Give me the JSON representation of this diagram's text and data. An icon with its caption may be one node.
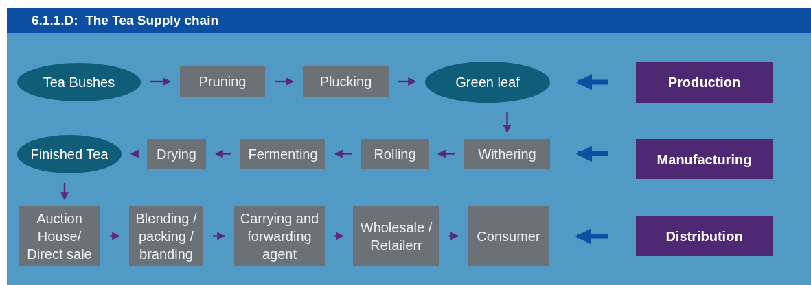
{
  "diagram": {
    "title": "6.1.1.D:  The Tea Supply chain",
    "nodes": [
      {
        "text": [
          "Tea Bushes"
        ]
      },
      {
        "text": [
          "Pruning"
        ]
      },
      {
        "text": [
          "Plucking"
        ]
      },
      {
        "text": [
          "Green leaf"
        ]
      },
      {
        "text": [
          "Production"
        ]
      },
      {
        "text": [
          "Withering"
        ]
      },
      {
        "text": [
          "Rolling"
        ]
      },
      {
        "text": [
          "Fermenting"
        ]
      },
      {
        "text": [
          "Drying"
        ]
      },
      {
        "text": [
          "Finished Tea"
        ]
      },
      {
        "text": [
          "Manufacturing"
        ]
      },
      {
        "text": [
          "Auction House/ Direct sale"
        ]
      },
      {
        "text": [
          "Blending / packing / branding"
        ]
      },
      {
        "text": [
          "Carrying and forwarding agent"
        ]
      },
      {
        "text": [
          "Wholesale / Retailerr"
        ]
      },
      {
        "text": [
          "Consumer"
        ]
      },
      {
        "text": [
          "Distribution"
        ]
      }
    ],
    "edges": [
      {
        "from": 0,
        "to": 1,
        "arrow": "to"
      },
      {
        "from": 1,
        "to": 2,
        "arrow": "to"
      },
      {
        "from": 2,
        "to": 3,
        "arrow": "to"
      },
      {
        "from": 4,
        "to": 3,
        "arrow": "to",
        "style": "thick",
        "color": "#0d4fa3"
      },
      {
        "from": 3,
        "to": 5,
        "arrow": "to"
      },
      {
        "from": 5,
        "to": 6,
        "arrow": "to"
      },
      {
        "from": 6,
        "to": 7,
        "arrow": "to"
      },
      {
        "from": 7,
        "to": 8,
        "arrow": "to"
      },
      {
        "from": 8,
        "to": 9,
        "arrow": "to"
      },
      {
        "from": 10,
        "to": 5,
        "arrow": "to",
        "style": "thick",
        "color": "#0d4fa3"
      },
      {
        "from": 9,
        "to": 11,
        "arrow": "to"
      },
      {
        "from": 11,
        "to": 12,
        "arrow": "to"
      },
      {
        "from": 12,
        "to": 13,
        "arrow": "to"
      },
      {
        "from": 13,
        "to": 14,
        "arrow": "to"
      },
      {
        "from": 14,
        "to": 15,
        "arrow": "to"
      },
      {
        "from": 16,
        "to": 15,
        "arrow": "to",
        "style": "thick",
        "color": "#0d4fa3"
      }
    ]
  }
}
